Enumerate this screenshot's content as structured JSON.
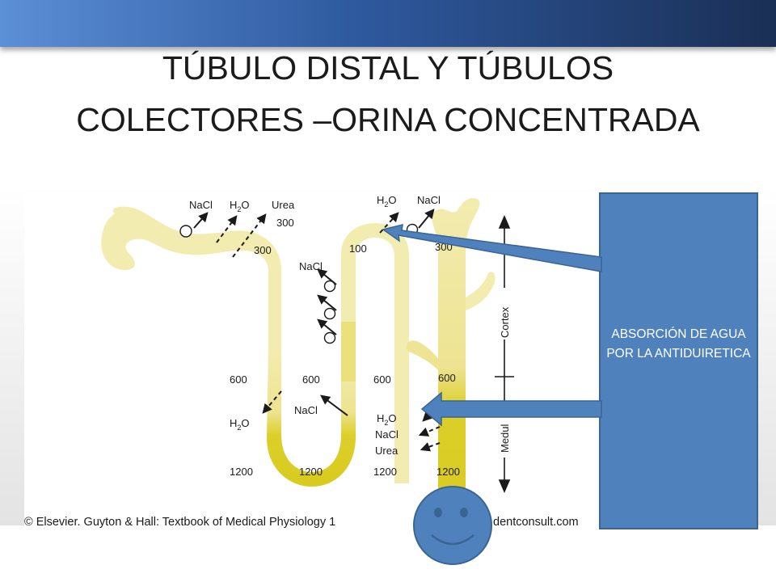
{
  "slide": {
    "title_line1": "TÚBULO DISTAL Y TÚBULOS",
    "title_line2": "COLECTORES –ORINA CONCENTRADA"
  },
  "callout": {
    "text": "ABSORCIÓN DE AGUA POR LA ANTIDUIRETICA"
  },
  "figure": {
    "labels": {
      "nacl_top_left": "NaCl",
      "h2o_top_left": "H",
      "urea_top": "Urea",
      "val_300_urea": "300",
      "val_300_left": "300",
      "nacl_ascending": "NaCl",
      "h2o_top_right": "H",
      "nacl_top_right": "NaCl",
      "val_100": "100",
      "val_300_right": "300",
      "cortex": "Cortex",
      "medulla": "Medul",
      "val_600_a": "600",
      "val_600_b": "600",
      "val_600_c": "600",
      "val_600_d": "600",
      "h2o_descending": "H",
      "nacl_loop": "NaCl",
      "h2o_collecting": "H",
      "nacl_collecting": "NaCl",
      "urea_collecting": "Urea",
      "val_1200_a": "1200",
      "val_1200_b": "1200",
      "val_1200_c": "1200",
      "val_1200_d": "1200",
      "subscript_2": "2",
      "o_letter": "O"
    },
    "copyright": "© Elsevier. Guyton & Hall: Textbook of Medical Physiology 1",
    "copyright_right": "dentconsult.com"
  },
  "colors": {
    "tubule_light": "#f2ecb0",
    "tubule_dark": "#dccf2a",
    "arrow_blue": "#4f81bd",
    "callout_fill": "#4f81bd"
  }
}
